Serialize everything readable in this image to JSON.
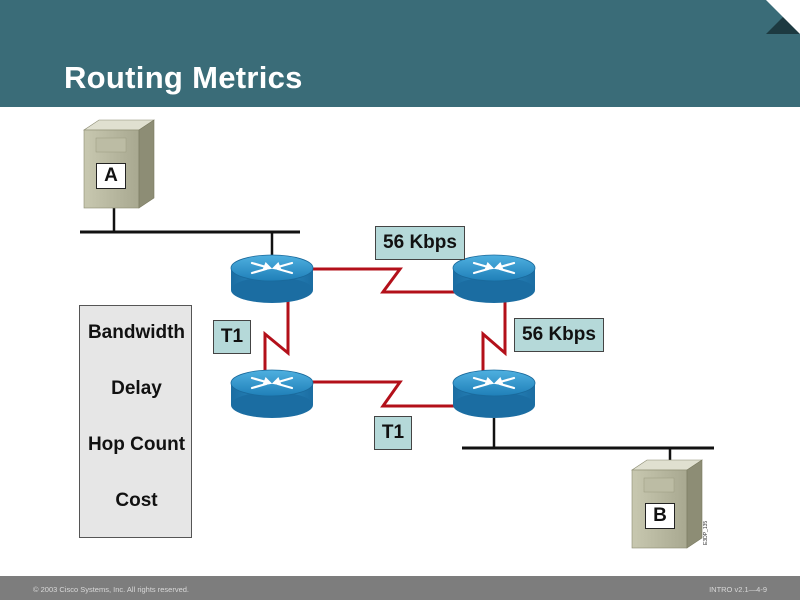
{
  "title": "Routing Metrics",
  "hosts": {
    "a": "A",
    "b": "B"
  },
  "links": {
    "top": "56 Kbps",
    "right": "56 Kbps",
    "left": "T1",
    "bottom": "T1"
  },
  "metrics": [
    "Bandwidth",
    "Delay",
    "Hop Count",
    "Cost"
  ],
  "diagram_code": "E3DP_135",
  "footer": {
    "copyright": "© 2003 Cisco Systems, Inc. All rights reserved.",
    "course": "INTRO v2.1—4-9"
  },
  "colors": {
    "header": "#3a6c78",
    "link": "#b3101a",
    "tag": "#b5d9d9",
    "router": "#2e8fc6"
  }
}
